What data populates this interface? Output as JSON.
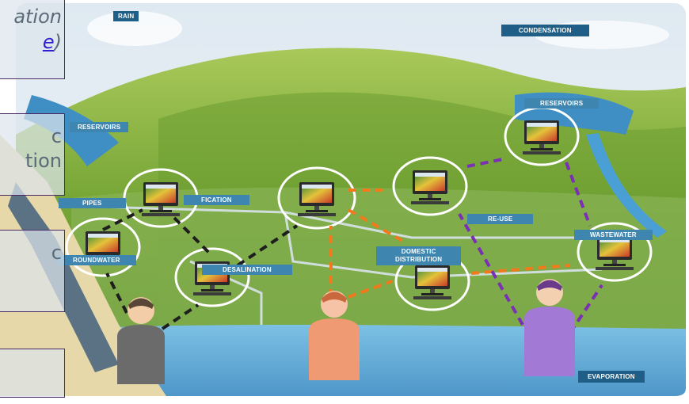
{
  "labels": {
    "rain": "RAIN",
    "condensation": "CONDENSATION",
    "reservoirs_left": "RESERVOIRS",
    "reservoirs_right": "RESERVOIRS",
    "pipes": "PIPES",
    "purification": "FICATION",
    "re_use": "RE-USE",
    "groundwater": "ROUNDWATER",
    "desalination": "DESALINATION",
    "domestic_distribution_1": "DOMESTIC",
    "domestic_distribution_2": "DISTRIBUTION",
    "wastewater": "WASTEWATER",
    "evaporation": "EVAPORATION"
  },
  "side_panel": {
    "box1_line1": "ation",
    "box1_link": "e",
    "box1_paren": ")",
    "box2_line1": "c",
    "box2_line2": "tion",
    "box3_line1": "c"
  },
  "colors": {
    "sky": "#e9f1f6",
    "hill": "#7fae3a",
    "sea": "#5aa7d4",
    "label_bg": "#1f5e86",
    "arrow_black": "#1e1e1e",
    "arrow_orange": "#f07a1c",
    "arrow_purple": "#7a2fb5",
    "person_gray": "#6b6b6b",
    "person_orange": "#f09a74",
    "person_purple": "#a27ad6",
    "box_border": "#4a2a66"
  },
  "icons": [
    "computer-monitor-icon",
    "person-icon"
  ]
}
